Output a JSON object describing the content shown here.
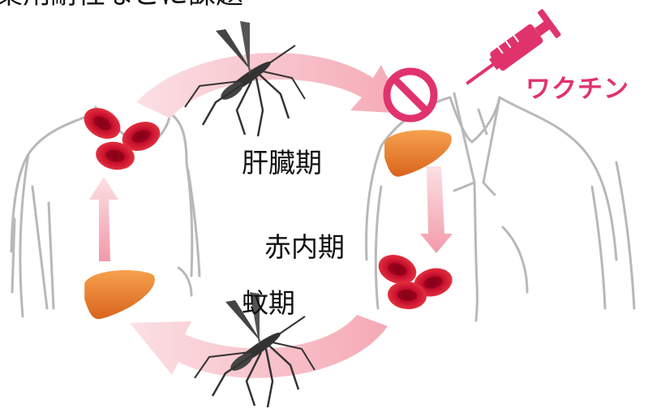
{
  "headline": "薬剤耐性などに課題",
  "labels": {
    "liver_stage": "肝臓期",
    "blood_stage": "赤内期",
    "mosquito_stage": "蚊期",
    "vaccine": "ワクチン"
  },
  "icons": [
    "mosquito-icon",
    "liver-icon",
    "red-blood-cells-icon",
    "syringe-icon",
    "prohibition-icon",
    "person-silhouette-icon"
  ],
  "colors": {
    "cycle_arrow": "#f6b9c2",
    "vaccine_accent": "#e0336c",
    "liver": "#f08a3a",
    "red_blood_cell": "#c8102e",
    "mosquito": "#333333"
  }
}
